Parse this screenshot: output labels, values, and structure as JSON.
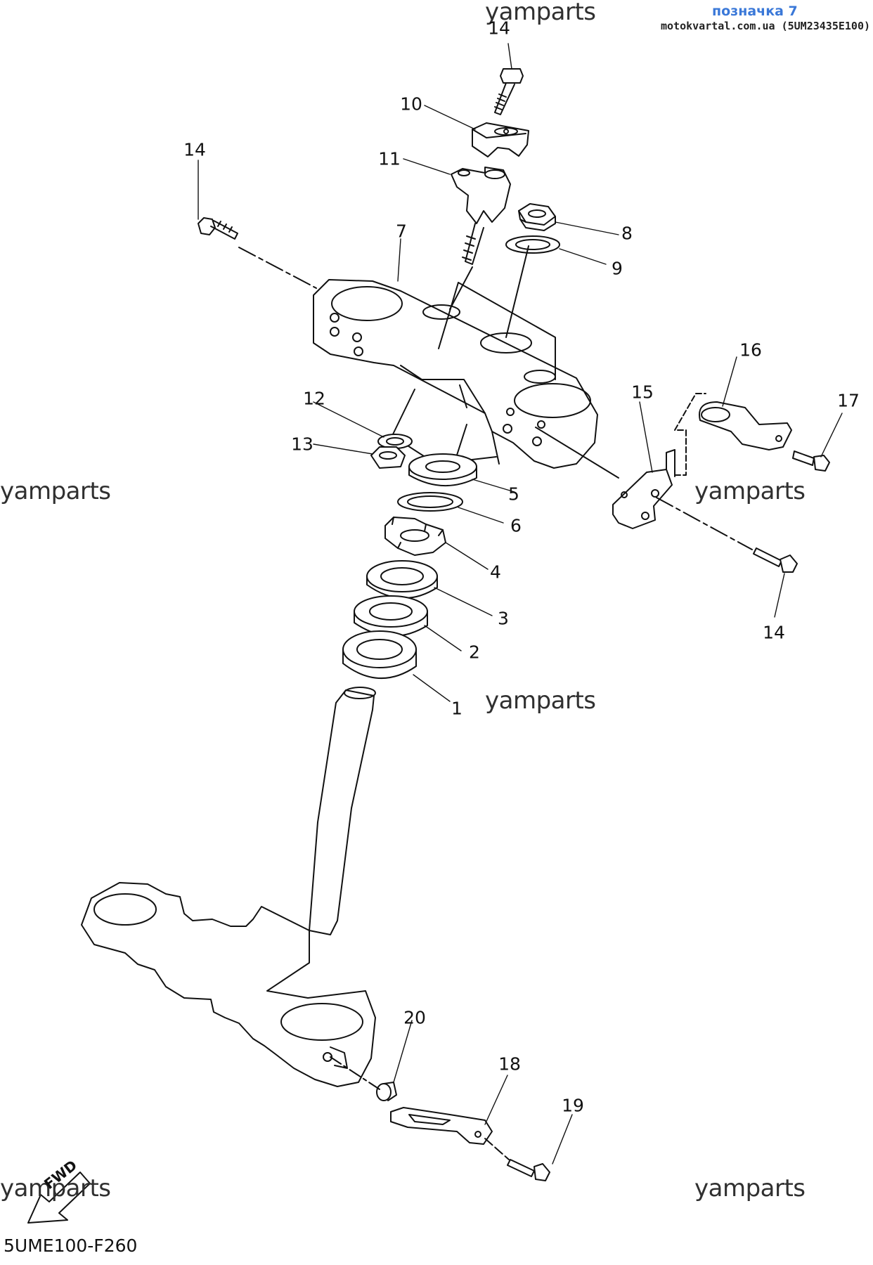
{
  "header": {
    "title": "позначка 7",
    "source": "motokvartal.com.ua (5UM23435E100)"
  },
  "watermark": "yamparts",
  "figure_code": "5UME100-F260",
  "direction_marker": "FWD",
  "callouts": {
    "c1": "1",
    "c2": "2",
    "c3": "3",
    "c4": "4",
    "c5": "5",
    "c6": "6",
    "c7": "7",
    "c8": "8",
    "c9": "9",
    "c10": "10",
    "c11": "11",
    "c12": "12",
    "c13": "13",
    "c14_top": "14",
    "c14_left": "14",
    "c14_right": "14",
    "c15": "15",
    "c16": "16",
    "c17": "17",
    "c18": "18",
    "c19": "19",
    "c20": "20"
  },
  "colors": {
    "line": "#111111",
    "header_accent": "#3a78d8"
  }
}
